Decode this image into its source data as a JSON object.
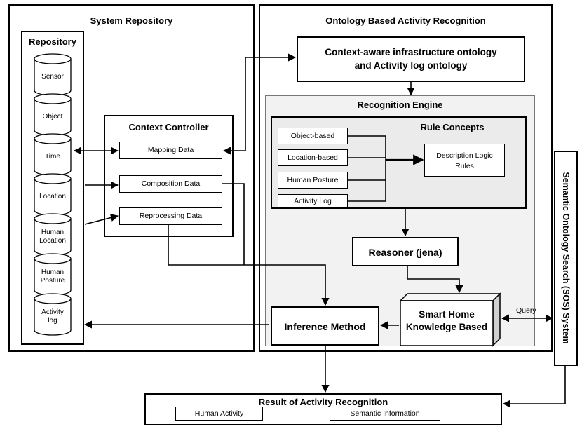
{
  "system_repository": {
    "title": "System Repository"
  },
  "repository": {
    "title": "Repository",
    "items": [
      "Sensor",
      "Object",
      "Time",
      "Location",
      "Human Location",
      "Human Posture",
      "Activity log"
    ]
  },
  "context_controller": {
    "title": "Context Controller",
    "mapping": "Mapping Data",
    "composition": "Composition Data",
    "reprocessing": "Reprocessing Data"
  },
  "oar": {
    "title": "Ontology Based Activity Recognition",
    "ontology_line1": "Context-aware infrastructure ontology",
    "ontology_line2": "and Activity log ontology"
  },
  "engine": {
    "title": "Recognition Engine",
    "rule_concepts": "Rule Concepts",
    "items": [
      "Object-based",
      "Location-based",
      "Human Posture",
      "Activity Log"
    ],
    "dl_rules": "Description Logic Rules",
    "reasoner": "Reasoner (jena)",
    "knowledge_line1": "Smart Home",
    "knowledge_line2": "Knowledge Based"
  },
  "inference": "Inference Method",
  "query": "Query",
  "sos": "Semantic Ontology Search (SOS) System",
  "result": {
    "title": "Result of Activity Recognition",
    "human_activity": "Human Activity",
    "semantic_info": "Semantic Information"
  },
  "colors": {
    "engine_fill": "#f2f2f2",
    "rule_fill": "#ebebeb",
    "line": "#000000"
  }
}
